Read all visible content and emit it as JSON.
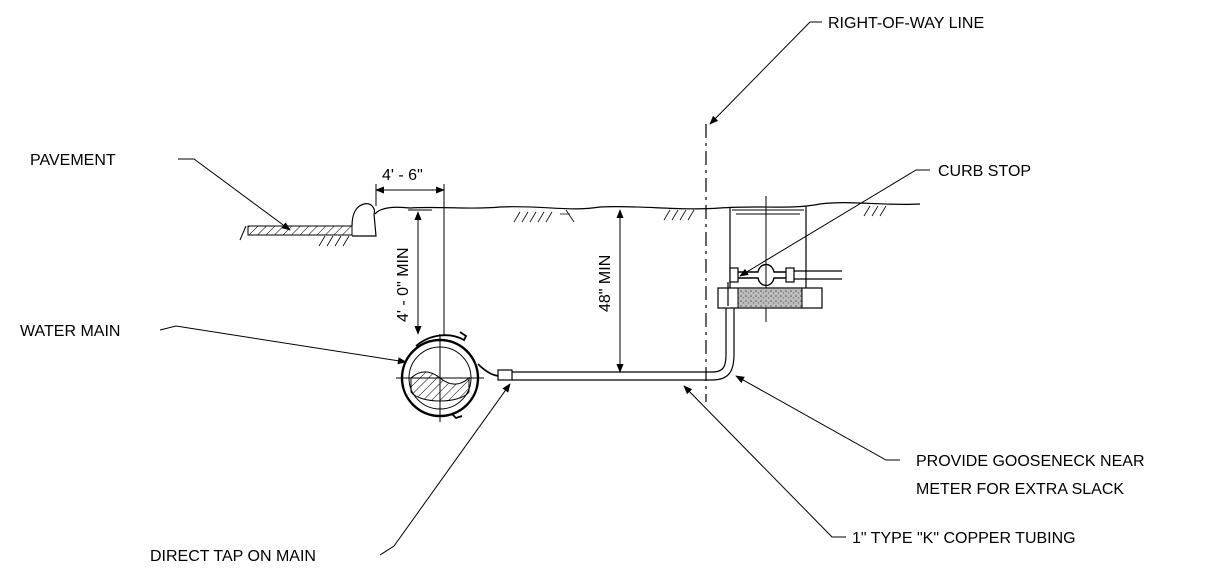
{
  "labels": {
    "right_of_way": "RIGHT-OF-WAY LINE",
    "pavement": "PAVEMENT",
    "curb_stop": "CURB STOP",
    "water_main": "WATER MAIN",
    "gooseneck_line1": "PROVIDE GOOSENECK NEAR",
    "gooseneck_line2": "METER FOR EXTRA SLACK",
    "copper_tubing": "1\" TYPE \"K\" COPPER TUBING",
    "direct_tap": "DIRECT TAP ON MAIN"
  },
  "dimensions": {
    "curb_offset": "4' - 6\"",
    "main_depth": "4' - 0\" MIN",
    "service_depth": "48\" MIN"
  }
}
